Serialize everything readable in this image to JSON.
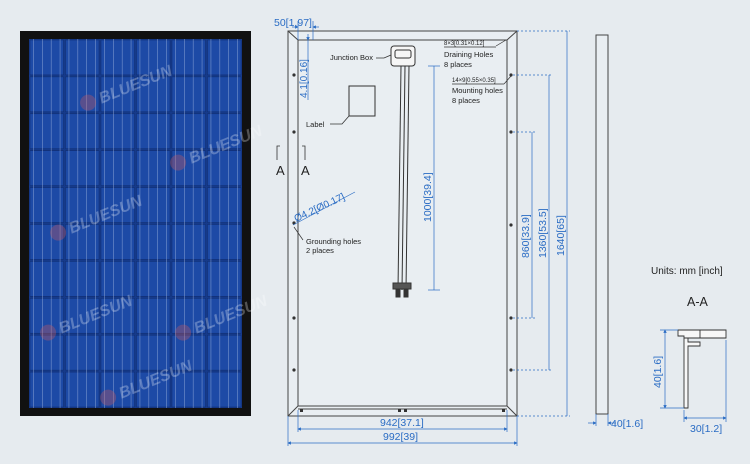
{
  "colors": {
    "background": "#e6ebef",
    "dimension_blue": "#2a6cc4",
    "cell_blue": "#163a8a",
    "frame_black": "#111111",
    "line_dark": "#333333"
  },
  "watermark": "BLUESUN",
  "top_dims": {
    "corner_width": "50[1.97]",
    "corner_height": "4.1[0.16]"
  },
  "labels": {
    "junction_box": "Junction Box",
    "label": "Label",
    "section_a_left": "A",
    "section_a_right": "A",
    "grounding_dim": "Ø4.2[Ø0.17]",
    "grounding_title": "Grounding holes",
    "grounding_count": "2 places",
    "cable_length": "1000[39.4]"
  },
  "holes": {
    "draining_dim": "8×3[0.31×0.12]",
    "draining_title": "Draining Holes",
    "draining_count": "8 places",
    "mounting_dim": "14×9[0.55×0.35]",
    "mounting_title": "Mounting holes",
    "mounting_count": "8 places"
  },
  "vertical_dims": {
    "d860": "860[33.9]",
    "d1360": "1360[53.5]",
    "d1640": "1640[65]"
  },
  "bottom_dims": {
    "inner_width": "942[37.1]",
    "outer_width": "992[39]"
  },
  "side": {
    "thickness": "40[1.6]"
  },
  "section": {
    "units": "Units: mm [inch]",
    "title": "A-A",
    "height": "40[1.6]",
    "width": "30[1.2]"
  }
}
